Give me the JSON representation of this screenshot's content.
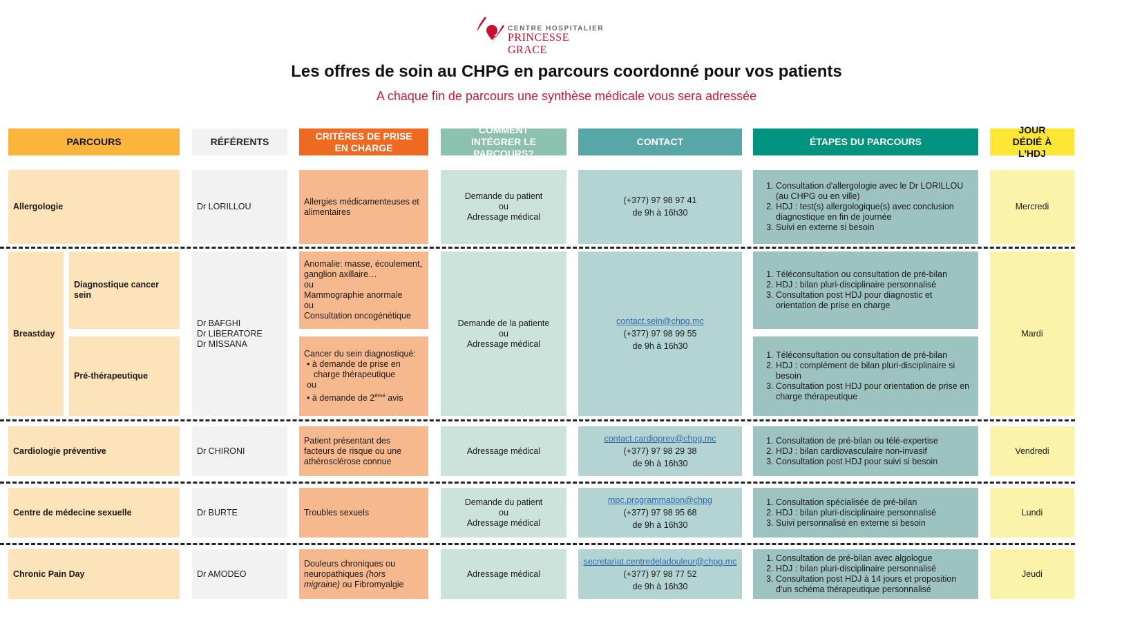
{
  "logo": {
    "line1": "CENTRE HOSPITALIER",
    "line2": "PRINCESSE GRACE"
  },
  "title": "Les offres de soin au CHPG en parcours coordonné pour vos patients",
  "subtitle": "A chaque fin de parcours une synthèse médicale vous sera adressée",
  "headers": [
    "PARCOURS",
    "RÉFÉRENTS",
    "CRITÈRES DE PRISE EN CHARGE",
    "COMMENT INTÉGRER LE PARCOURS?",
    "CONTACT",
    "ÉTAPES DU PARCOURS",
    "JOUR DÉDIÉ À L'HDJ"
  ],
  "colors": {
    "parcours": "#fbb53c",
    "parcours_cell": "#fde3b9",
    "referents": "#f2f2f2",
    "criteres": "#ee6a20",
    "criteres_cell": "#f6b98d",
    "comment": "#8cc1ae",
    "comment_cell": "#cbe3db",
    "contact": "#57a6a8",
    "contact_cell": "#b4d3d3",
    "etapes": "#00937f",
    "etapes_cell": "#9dc3c0",
    "jour": "#fde634",
    "jour_cell": "#fcf3aa"
  },
  "rows": [
    {
      "parcours": "Allergologie",
      "referents": "Dr LORILLOU",
      "criteres": "Allergies médicamenteuses et alimentaires",
      "comment": [
        "Demande du patient",
        "ou",
        "Adressage médical"
      ],
      "contact": {
        "email": "",
        "phone": "(+377) 97 98 97 41",
        "hours": "de 9h à 16h30"
      },
      "etapes": [
        "Consultation d'allergologie avec le Dr LORILLOU (au CHPG ou en ville)",
        "HDJ : test(s) allergologique(s) avec conclusion diagnostique en fin de journée",
        "Suivi en externe si besoin"
      ],
      "jour": "Mercredi"
    },
    {
      "parcours": "Breastday",
      "referents": "Dr BAFGHI\nDr LIBERATORE\nDr MISSANA",
      "comment": [
        "Demande de la patiente",
        "ou",
        "Adressage médical"
      ],
      "contact": {
        "email": "contact.sein@chpg.mc",
        "phone": "(+377) 97 98 99 55",
        "hours": "de 9h à 16h30"
      },
      "jour": "Mardi",
      "sub": [
        {
          "name": "Diagnostique cancer sein",
          "criteres": "Anomalie: masse, écoulement, ganglion axillaire…\nou\nMammographie anormale\nou\nConsultation oncogénétique",
          "etapes": [
            "Téléconsultation ou consultation de pré-bilan",
            "HDJ : bilan pluri-disciplinaire personnalisé",
            "Consultation post HDJ pour diagnostic et orientation de prise en charge"
          ]
        },
        {
          "name": "Pré-thérapeutique",
          "criteres_intro": "Cancer du sein diagnostiqué:",
          "criteres_items": [
            "à demande de prise en charge thérapeutique",
            "ou",
            "à demande de 2ème avis"
          ],
          "etapes": [
            "Téléconsultation ou consultation de pré-bilan",
            "HDJ : complément de bilan pluri-disciplinaire si besoin",
            "Consultation post HDJ pour orientation de prise en charge thérapeutique"
          ]
        }
      ]
    },
    {
      "parcours": "Cardiologie préventive",
      "referents": "Dr CHIRONI",
      "criteres": "Patient présentant des facteurs de risque ou une athérosclérose connue",
      "comment": [
        "Adressage médical"
      ],
      "contact": {
        "email": "contact.cardioprev@chpg.mc",
        "phone": "(+377) 97 98 29 38",
        "hours": "de 9h à 16h30"
      },
      "etapes": [
        "Consultation de pré-bilan ou télé-expertise",
        "HDJ : bilan cardiovasculaire non-invasif",
        "Consultation post HDJ pour suivi si besoin"
      ],
      "jour": "Vendredi"
    },
    {
      "parcours": "Centre de médecine sexuelle",
      "referents": "Dr BURTE",
      "criteres": "Troubles sexuels",
      "comment": [
        "Demande du patient",
        "ou",
        "Adressage médical"
      ],
      "contact": {
        "email": "mpc.programmation@chpg",
        "phone": "(+377) 97 98 95 68",
        "hours": "de 9h à 16h30"
      },
      "etapes": [
        "Consultation spécialisée de pré-bilan",
        "HDJ : bilan pluri-disciplinaire personnalisé",
        "Suivi personnalisé en externe si besoin"
      ],
      "jour": "Lundi"
    },
    {
      "parcours": "Chronic Pain Day",
      "referents": "Dr AMODEO",
      "criteres": "Douleurs chroniques ou neuropathiques (hors migraine) ou Fibromyalgie",
      "comment": [
        "Adressage médical"
      ],
      "contact": {
        "email": "secretariat.centredeladouleur@chpg.mc",
        "phone": "(+377) 97 98 77 52",
        "hours": "de 9h à 16h30"
      },
      "etapes": [
        "Consultation de pré-bilan avec algologue",
        "HDJ : bilan pluri-disciplinaire personnalisé",
        "Consultation post HDJ à 14 jours et proposition d'un schéma thérapeutique personnalisé"
      ],
      "jour": "Jeudi"
    }
  ]
}
